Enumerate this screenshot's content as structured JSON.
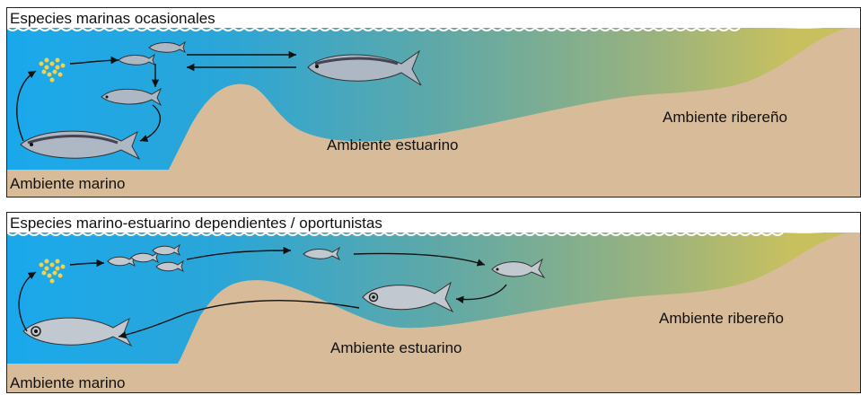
{
  "panels": [
    {
      "title": "Especies marinas ocasionales",
      "labels": {
        "marine": "Ambiente marino",
        "estuarine": "Ambiente estuarino",
        "riverine": "Ambiente ribereño"
      }
    },
    {
      "title": "Especies marino-estuarino dependientes / oportunistas",
      "labels": {
        "marine": "Ambiente marino",
        "estuarine": "Ambiente estuarino",
        "riverine": "Ambiente ribereño"
      }
    }
  ],
  "colors": {
    "sand": "#d8bc9a",
    "sea_deep": "#1ea7e6",
    "sea_mid": "#5fa9a6",
    "estuary": "#aab27a",
    "river": "#c9c063",
    "eggs": "#f2d24a"
  }
}
